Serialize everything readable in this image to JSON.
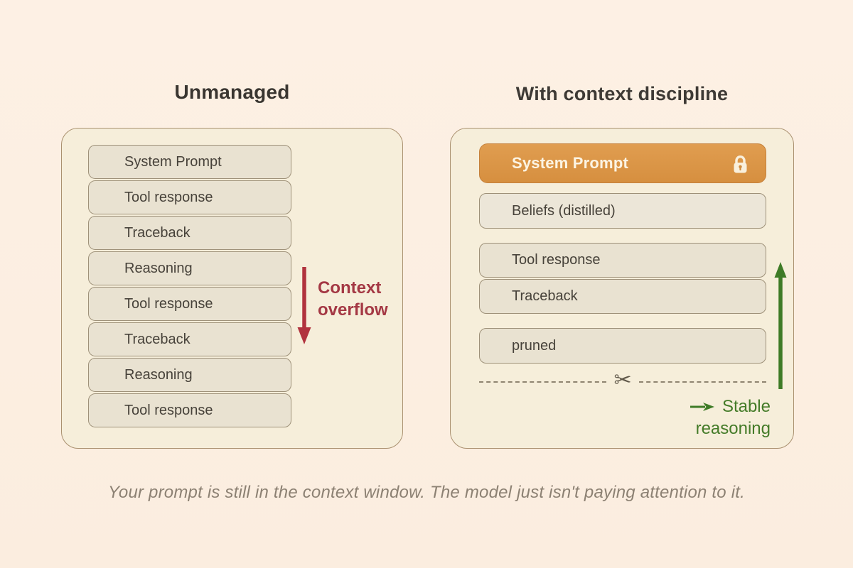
{
  "titles": {
    "left": "Unmanaged",
    "right": "With context discipline"
  },
  "left_panel": {
    "items": [
      "System Prompt",
      "Tool response",
      "Traceback",
      "Reasoning",
      "Tool response",
      "Traceback",
      "Reasoning",
      "Tool response"
    ]
  },
  "overflow": {
    "line1": "Context",
    "line2": "overflow"
  },
  "right_panel": {
    "system_prompt": "System Prompt",
    "beliefs": "Beliefs (distilled)",
    "kept": [
      "Tool response",
      "Traceback"
    ],
    "pruned": "pruned",
    "stable": {
      "line1": "Stable",
      "line2": "reasoning"
    }
  },
  "icons": {
    "scissors": "✂",
    "lock": "lock-icon",
    "down_arrow": "red-down-arrow",
    "up_arrow": "green-up-arrow",
    "right_arrow": "green-right-arrow"
  },
  "caption": "Your prompt is still in the context window. The model just isn't paying attention to it.",
  "colors": {
    "background": "#fceee1",
    "panel_fill": "#f6eeda",
    "panel_border": "#aa9170",
    "box_fill": "#e9e2d1",
    "box_border": "#9e9179",
    "orange_fill": "#dc9748",
    "orange_border": "#c5813c",
    "orange_text": "#fcf4e3",
    "red_arrow": "#b1333e",
    "red_text": "#a43844",
    "green": "#3e7b26",
    "green_text": "#447b28",
    "dash": "#8f8470",
    "title_text": "#3a3631",
    "box_text": "#47423a",
    "caption_text": "#8c8173"
  }
}
